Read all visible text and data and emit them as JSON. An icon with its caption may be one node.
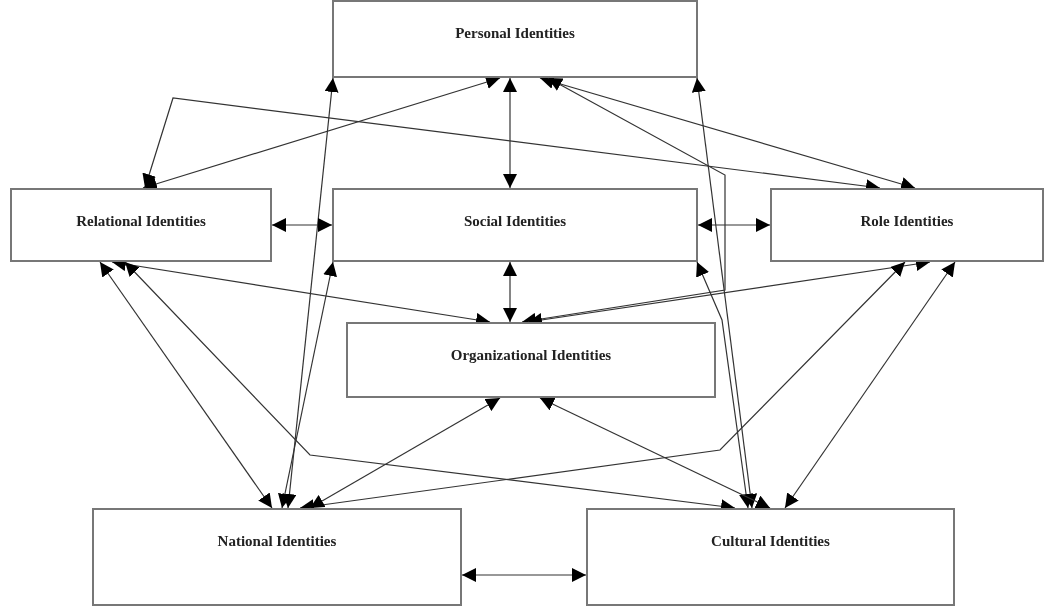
{
  "diagram": {
    "nodes": [
      {
        "text": [
          "Personal Identities"
        ]
      },
      {
        "text": [
          "Relational Identities"
        ]
      },
      {
        "text": [
          "Social Identities"
        ]
      },
      {
        "text": [
          "Role Identities"
        ]
      },
      {
        "text": [
          "Organizational Identities"
        ]
      },
      {
        "text": [
          "National Identities"
        ]
      },
      {
        "text": [
          "Cultural Identities"
        ]
      }
    ],
    "edges": [
      {
        "from": 0,
        "to": 1,
        "arrow": "both"
      },
      {
        "from": 1,
        "to": 3,
        "arrow": "both"
      },
      {
        "from": 0,
        "to": 3,
        "arrow": "both"
      },
      {
        "from": 0,
        "to": 2,
        "arrow": "both"
      },
      {
        "from": 0,
        "to": 4,
        "arrow": "both"
      },
      {
        "from": 0,
        "to": 5,
        "arrow": "both"
      },
      {
        "from": 0,
        "to": 6,
        "arrow": "both"
      },
      {
        "from": 1,
        "to": 2,
        "arrow": "both"
      },
      {
        "from": 2,
        "to": 3,
        "arrow": "both"
      },
      {
        "from": 2,
        "to": 4,
        "arrow": "both"
      },
      {
        "from": 1,
        "to": 4,
        "arrow": "both"
      },
      {
        "from": 3,
        "to": 4,
        "arrow": "both"
      },
      {
        "from": 2,
        "to": 5,
        "arrow": "both"
      },
      {
        "from": 2,
        "to": 6,
        "arrow": "both"
      },
      {
        "from": 1,
        "to": 5,
        "arrow": "both"
      },
      {
        "from": 1,
        "to": 6,
        "arrow": "both"
      },
      {
        "from": 3,
        "to": 5,
        "arrow": "both"
      },
      {
        "from": 3,
        "to": 6,
        "arrow": "both"
      },
      {
        "from": 4,
        "to": 5,
        "arrow": "both"
      },
      {
        "from": 4,
        "to": 6,
        "arrow": "both"
      },
      {
        "from": 5,
        "to": 6,
        "arrow": "both"
      }
    ]
  }
}
